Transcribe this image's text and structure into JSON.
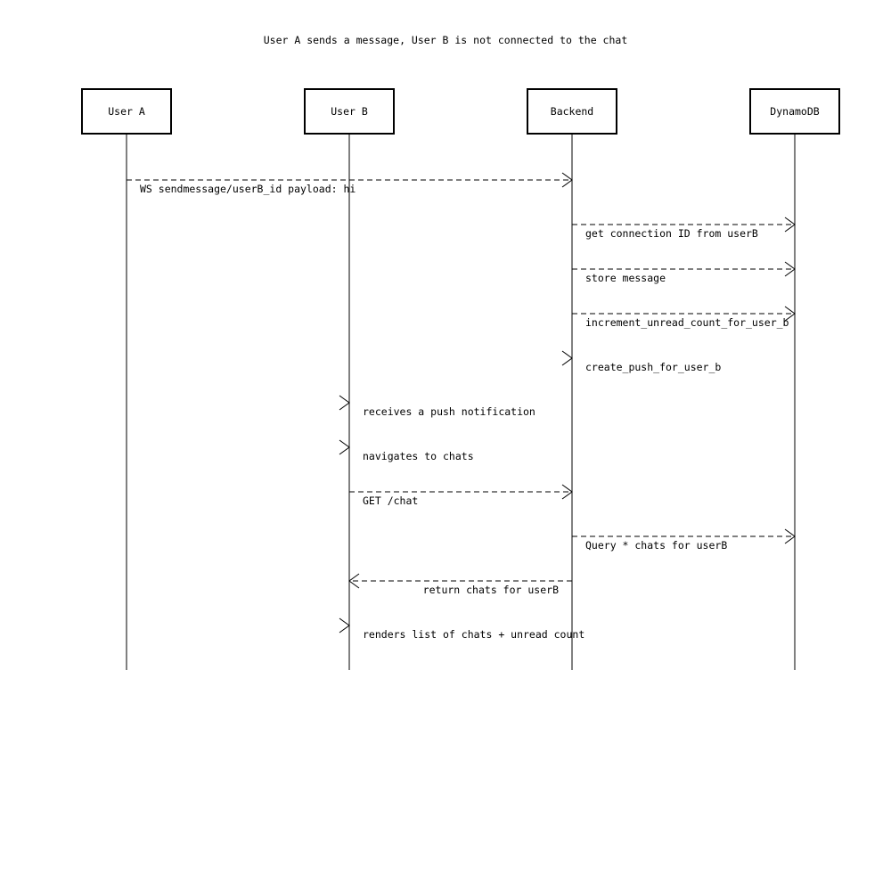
{
  "diagram": {
    "title": "User A sends a message, User B is not connected to the chat",
    "type": "sequence-diagram",
    "colors": {
      "ink": "#000000",
      "background": "#ffffff"
    },
    "actors": [
      {
        "id": "user-a",
        "label": "User A"
      },
      {
        "id": "user-b",
        "label": "User B"
      },
      {
        "id": "backend",
        "label": "Backend"
      },
      {
        "id": "dynamodb",
        "label": "DynamoDB"
      }
    ],
    "messages": [
      {
        "type": "arrow",
        "from": "user-a",
        "to": "backend",
        "style": "dashed",
        "label": "WS sendmessage/userB_id payload: hi"
      },
      {
        "type": "arrow",
        "from": "backend",
        "to": "dynamodb",
        "style": "dashed",
        "label": "get connection ID from userB"
      },
      {
        "type": "arrow",
        "from": "backend",
        "to": "dynamodb",
        "style": "dashed",
        "label": "store message"
      },
      {
        "type": "arrow",
        "from": "backend",
        "to": "dynamodb",
        "style": "dashed",
        "label": "increment_unread_count_for_user_b"
      },
      {
        "type": "event",
        "at": "backend",
        "label": "create_push_for_user_b"
      },
      {
        "type": "event",
        "at": "user-b",
        "label": "receives a push notification"
      },
      {
        "type": "event",
        "at": "user-b",
        "label": "navigates to chats"
      },
      {
        "type": "arrow",
        "from": "user-b",
        "to": "backend",
        "style": "dashed",
        "label": "GET /chat"
      },
      {
        "type": "arrow",
        "from": "backend",
        "to": "dynamodb",
        "style": "dashed",
        "label": "Query * chats for userB"
      },
      {
        "type": "arrow",
        "from": "backend",
        "to": "user-b",
        "style": "dashed",
        "label": "return chats for userB"
      },
      {
        "type": "event",
        "at": "user-b",
        "label": "renders list of chats + unread count"
      }
    ]
  }
}
